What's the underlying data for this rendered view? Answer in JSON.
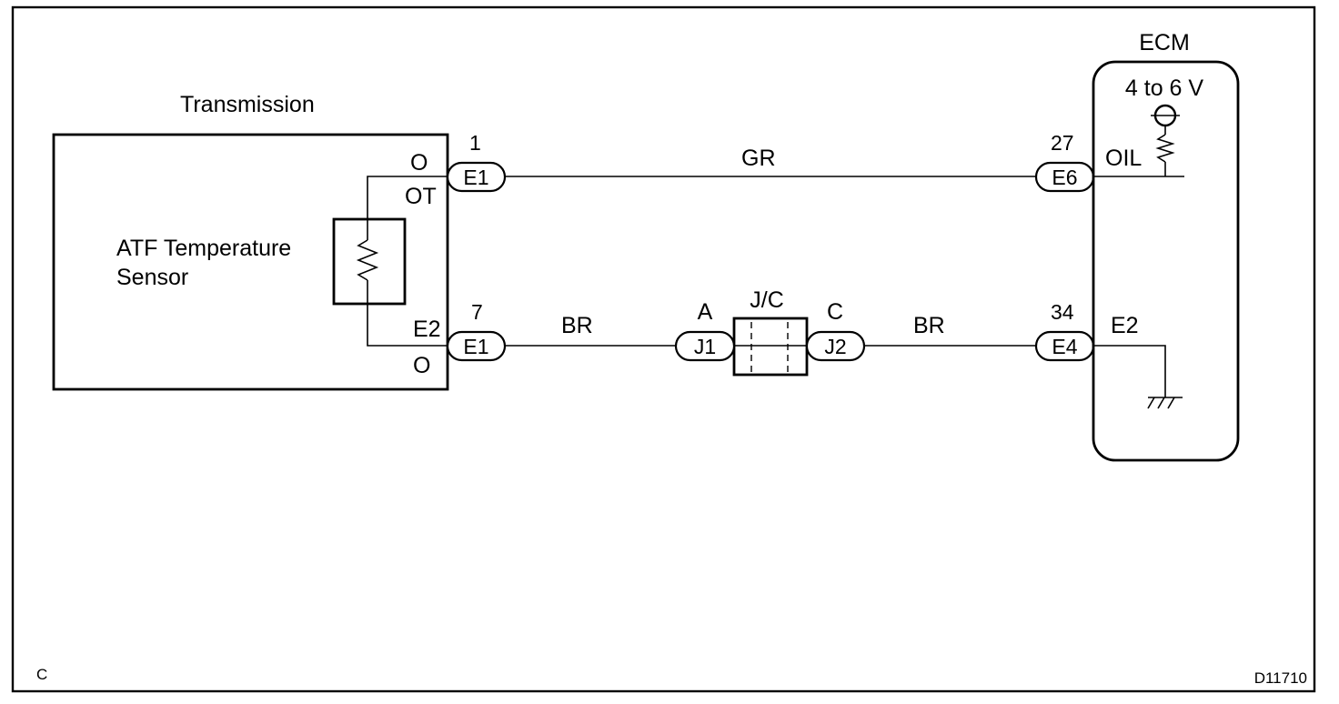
{
  "diagram": {
    "transmission": {
      "title": "Transmission",
      "sensor_label_line1": "ATF Temperature",
      "sensor_label_line2": "Sensor",
      "pin_upper_top": "O",
      "pin_upper_bottom": "OT",
      "pin_lower_top": "E2",
      "pin_lower_bottom": "O"
    },
    "ecm": {
      "title": "ECM",
      "voltage": "4 to 6 V",
      "pin_oil": "OIL",
      "pin_e2": "E2"
    },
    "junction": {
      "label": "J/C",
      "left_terminal": "A",
      "right_terminal": "C"
    },
    "connectors": {
      "e1_top": {
        "name": "E1",
        "pin": "1"
      },
      "e1_bottom": {
        "name": "E1",
        "pin": "7"
      },
      "j1": {
        "name": "J1"
      },
      "j2": {
        "name": "J2"
      },
      "e6": {
        "name": "E6",
        "pin": "27"
      },
      "e4": {
        "name": "E4",
        "pin": "34"
      }
    },
    "wires": {
      "top": "GR",
      "bottom_left": "BR",
      "bottom_right": "BR"
    },
    "footer": {
      "left": "C",
      "right": "D11710"
    }
  }
}
